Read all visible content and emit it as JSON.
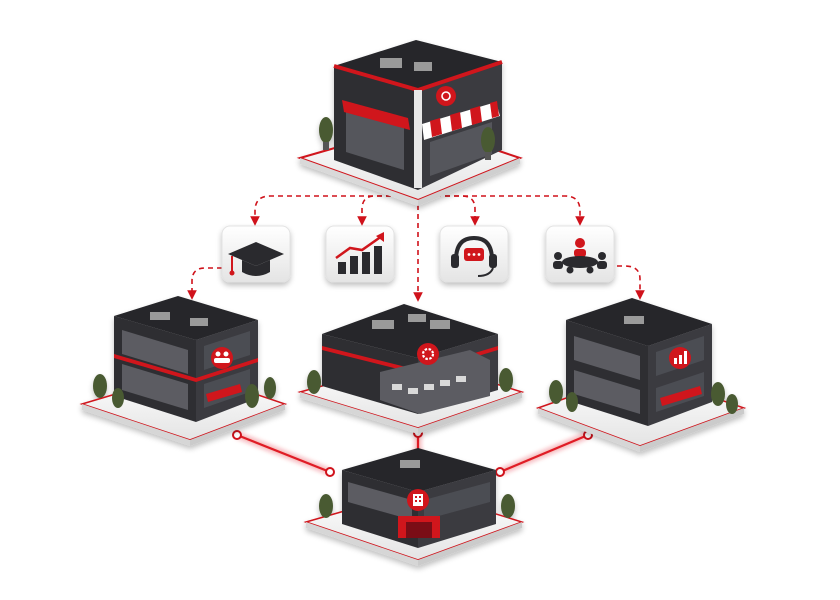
{
  "diagram": {
    "type": "franchise-network",
    "accent_color": "#d0121b",
    "dark_color": "#2f2f33",
    "base_color": "#f2f2f2",
    "hub": {
      "name": "franchisor-storefront",
      "icon": "store-badge-icon",
      "awning": "striped-awning"
    },
    "services": [
      {
        "name": "training",
        "icon": "graduation-cap-icon"
      },
      {
        "name": "growth-analytics",
        "icon": "bar-chart-growth-icon"
      },
      {
        "name": "customer-support",
        "icon": "headset-chat-icon"
      },
      {
        "name": "team-meetings",
        "icon": "meeting-table-icon"
      }
    ],
    "branches": [
      {
        "name": "people-office",
        "icon": "people-icon"
      },
      {
        "name": "operations-warehouse",
        "icon": "gear-icon"
      },
      {
        "name": "analytics-office",
        "icon": "bar-chart-icon"
      }
    ],
    "headquarters": {
      "name": "regional-headquarters",
      "icon": "building-icon"
    },
    "connections": {
      "hub_to_services": "dashed-arrows",
      "services_to_branches": "dashed-arrows",
      "branch_links": "glowing-solid-lines"
    }
  }
}
